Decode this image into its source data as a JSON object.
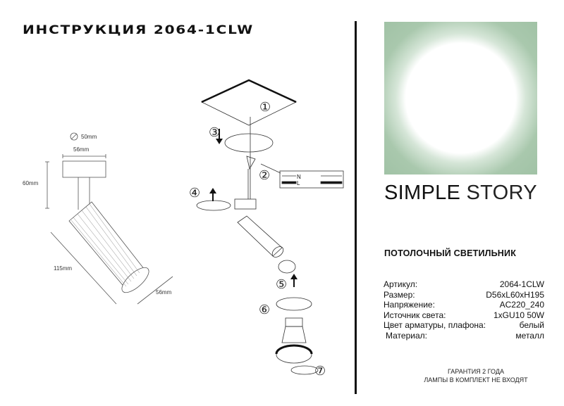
{
  "document": {
    "title": "ИНСТРУКЦИЯ 2064-1CLW",
    "brand": {
      "name_bold": "SIMPLE",
      "name_light": "STORY",
      "logo_bg_color": "#9fc1a4"
    },
    "product_type": "ПОТОЛОЧНЫЙ СВЕТИЛЬНИК",
    "specs": [
      {
        "label": "Артикул:",
        "value": "2064-1CLW"
      },
      {
        "label": "Размер:",
        "value": "D56xL60xH195"
      },
      {
        "label": "Напряжение:",
        "value": "AC220_240"
      },
      {
        "label": "Источник света:",
        "value": "1xGU10 50W"
      },
      {
        "label": "Цвет арматуры, плафона:",
        "value": "белый"
      },
      {
        "label": "Материал:",
        "value": "металл"
      }
    ],
    "footer": {
      "line1": "ГАРАНТИЯ 2 ГОДА",
      "line2": "ЛАМПЫ В КОМПЛЕКТ НЕ ВХОДЯТ"
    }
  },
  "dimensions_drawing": {
    "hole_diameter": "50mm",
    "base_width": "56mm",
    "base_height": "60mm",
    "body_length": "115mm",
    "body_diameter": "56mm"
  },
  "assembly_steps": [
    "①",
    "②",
    "③",
    "④",
    "⑤",
    "⑥",
    "⑦"
  ],
  "wiring": {
    "neutral": "N",
    "live": "L"
  }
}
